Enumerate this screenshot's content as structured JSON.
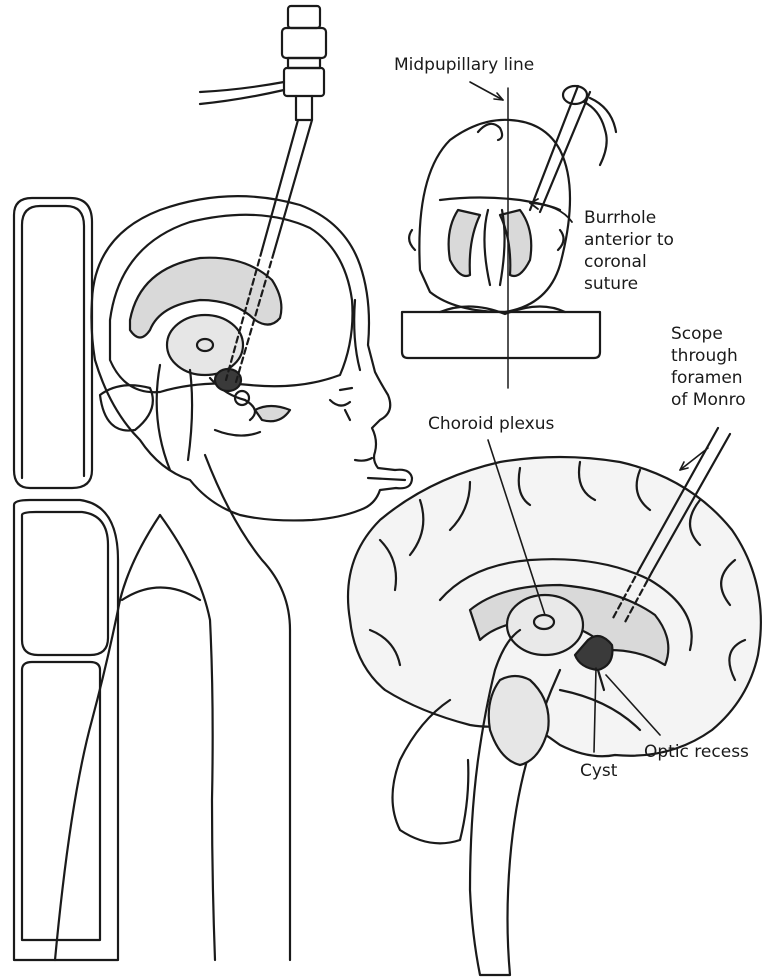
{
  "labels": {
    "midpupillary": "Midpupillary line",
    "burrhole": [
      "Burrhole",
      "anterior to",
      "coronal",
      "suture"
    ],
    "scope": [
      "Scope",
      "through",
      "foramen",
      "of Monro"
    ],
    "choroid": "Choroid plexus",
    "optic_recess": "Optic recess",
    "cyst": "Cyst"
  },
  "colors": {
    "ink": "#1a1a1a",
    "ventricle_fill": "#d9d9d9",
    "cyst_fill": "#3a3a3a",
    "brain_fill": "#f4f4f4"
  }
}
